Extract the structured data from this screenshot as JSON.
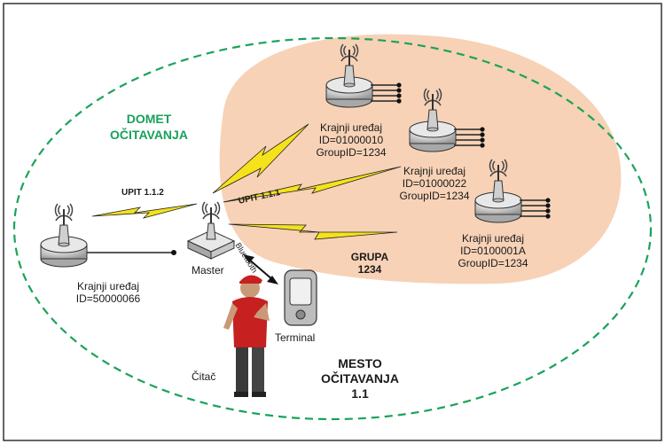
{
  "range_label": [
    "DOMET",
    "OČITAVANJA"
  ],
  "master_label": "Master",
  "terminal_label": "Terminal",
  "reader_label": "Čitač",
  "bluetooth_label": "Bluetooth",
  "query_1_label": "UPIT 1.1.2",
  "query_2_label": "UPIT 1.1.1",
  "group_label": [
    "GRUPA",
    "1234"
  ],
  "location_label": [
    "MESTO",
    "OČITAVANJA",
    "1.1"
  ],
  "devices": {
    "top": [
      "Krajnji uređaj",
      "ID=01000010",
      "GroupID=1234"
    ],
    "middle": [
      "Krajnji uređaj",
      "ID=01000022",
      "GroupID=1234"
    ],
    "right": [
      "Krajnji uređaj",
      "ID=0100001A",
      "GroupID=1234"
    ],
    "left": [
      "Krajnji uređaj",
      "ID=50000066"
    ]
  },
  "colors": {
    "range_ellipse": "#1aa35a",
    "group_fill": "#f7d2b6",
    "lightning": "#f5e21a",
    "device_body": "#d9d9d9"
  }
}
